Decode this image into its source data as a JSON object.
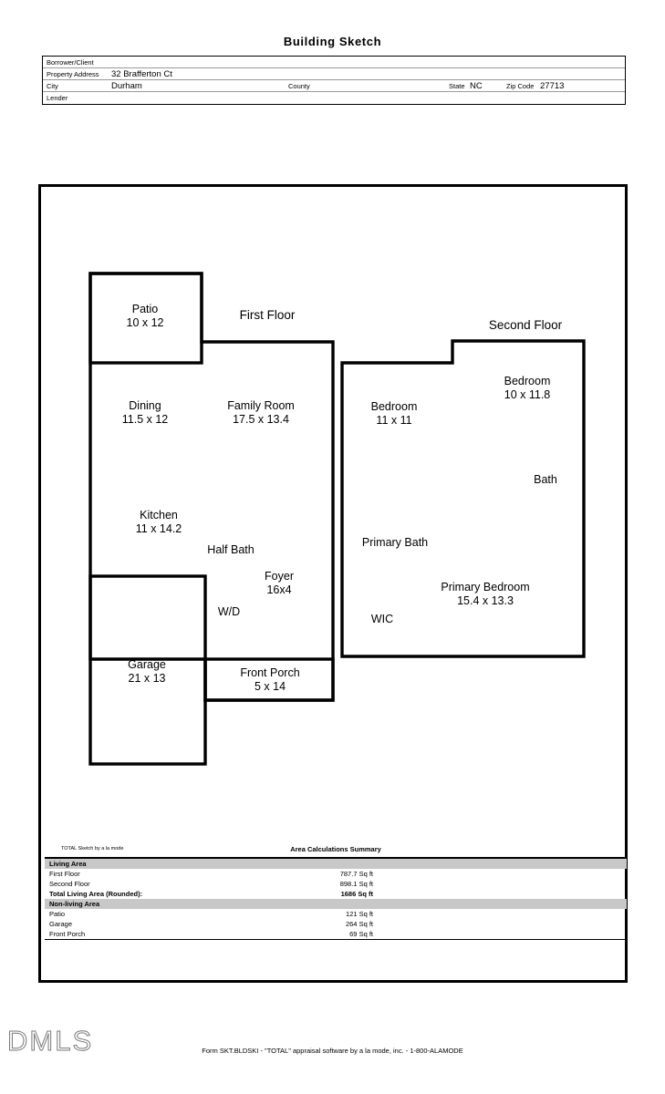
{
  "document": {
    "title": "Building Sketch",
    "form_footer": "Form SKT.BLDSKI - \"TOTAL\" appraisal software by a la mode, inc. - 1-800-ALAMODE",
    "watermark": "DMLS",
    "sketch_credit": "TOTAL Sketch by a la mode"
  },
  "header": {
    "rows": [
      {
        "label": "Borrower/Client",
        "value": ""
      },
      {
        "label": "Property Address",
        "value": "32 Brafferton Ct"
      },
      {
        "label": "City",
        "value": "Durham"
      },
      {
        "label": "Lender",
        "value": ""
      }
    ],
    "county_label": "County",
    "county_value": "",
    "state_label": "State",
    "state_value": "NC",
    "zip_label": "Zip Code",
    "zip_value": "27713"
  },
  "plan": {
    "first_floor_title": "First Floor",
    "second_floor_title": "Second Floor",
    "first_floor_rooms": [
      {
        "name": "Patio",
        "dim": "10 x 12"
      },
      {
        "name": "Dining",
        "dim": "11.5 x 12"
      },
      {
        "name": "Family Room",
        "dim": "17.5 x 13.4"
      },
      {
        "name": "Kitchen",
        "dim": "11 x 14.2"
      },
      {
        "name": "Half Bath",
        "dim": ""
      },
      {
        "name": "Foyer",
        "dim": "16x4"
      },
      {
        "name": "W/D",
        "dim": ""
      },
      {
        "name": "Garage",
        "dim": "21 x 13"
      },
      {
        "name": "Front Porch",
        "dim": "5 x 14"
      }
    ],
    "second_floor_rooms": [
      {
        "name": "Bedroom",
        "dim": "11 x 11"
      },
      {
        "name": "Bedroom",
        "dim": "10 x 11.8"
      },
      {
        "name": "Bath",
        "dim": ""
      },
      {
        "name": "Primary Bath",
        "dim": ""
      },
      {
        "name": "Primary Bedroom",
        "dim": "15.4 x 13.3"
      },
      {
        "name": "WIC",
        "dim": ""
      }
    ]
  },
  "area_summary": {
    "title": "Area Calculations Summary",
    "rows": [
      {
        "kind": "section",
        "name": "Living Area",
        "value": ""
      },
      {
        "kind": "item",
        "name": "First Floor",
        "value": "787.7 Sq ft"
      },
      {
        "kind": "item",
        "name": "Second Floor",
        "value": "898.1 Sq ft"
      },
      {
        "kind": "total",
        "name": "Total Living Area (Rounded):",
        "value": "1686 Sq ft"
      },
      {
        "kind": "section",
        "name": "Non-living Area",
        "value": ""
      },
      {
        "kind": "item",
        "name": "Patio",
        "value": "121 Sq ft"
      },
      {
        "kind": "item",
        "name": "Garage",
        "value": "264 Sq ft"
      },
      {
        "kind": "item",
        "name": "Front Porch",
        "value": "69 Sq ft"
      }
    ]
  },
  "colors": {
    "wall": "#000000",
    "section_band": "#c8c8c8",
    "page": "#ffffff"
  }
}
